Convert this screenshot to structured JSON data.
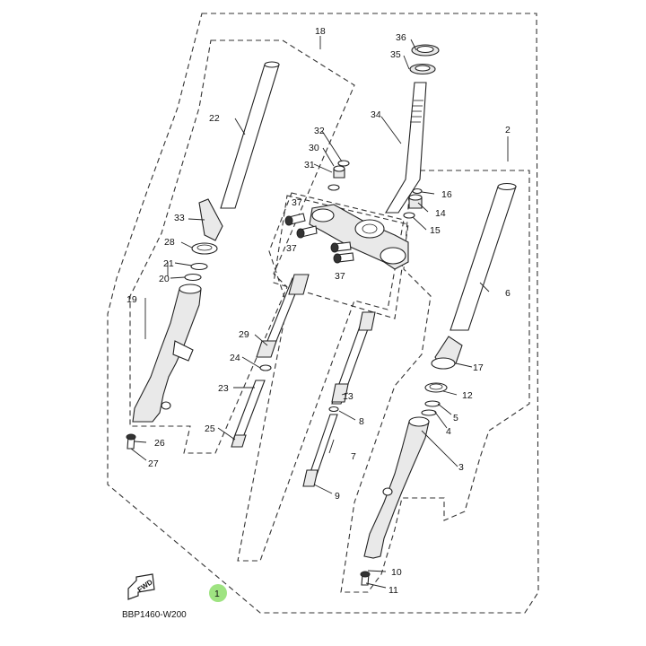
{
  "diagram": {
    "code": "BBP1460-W200",
    "fwd_label": "FWD",
    "highlight_color": "#7ed957",
    "labels": {
      "l1": "1",
      "l2": "2",
      "l3": "3",
      "l4": "4",
      "l5": "5",
      "l6": "6",
      "l7": "7",
      "l8": "8",
      "l9": "9",
      "l10": "10",
      "l11": "11",
      "l12": "12",
      "l13": "13",
      "l14": "14",
      "l15": "15",
      "l16": "16",
      "l17": "17",
      "l18": "18",
      "l19": "19",
      "l20": "20",
      "l21": "21",
      "l22": "22",
      "l23": "23",
      "l24": "24",
      "l25": "25",
      "l26": "26",
      "l27": "27",
      "l28": "28",
      "l29": "29",
      "l30": "30",
      "l31": "31",
      "l32": "32",
      "l33": "33",
      "l34": "34",
      "l35": "35",
      "l36": "36",
      "l37a": "37",
      "l37b": "37",
      "l37c": "37"
    }
  }
}
